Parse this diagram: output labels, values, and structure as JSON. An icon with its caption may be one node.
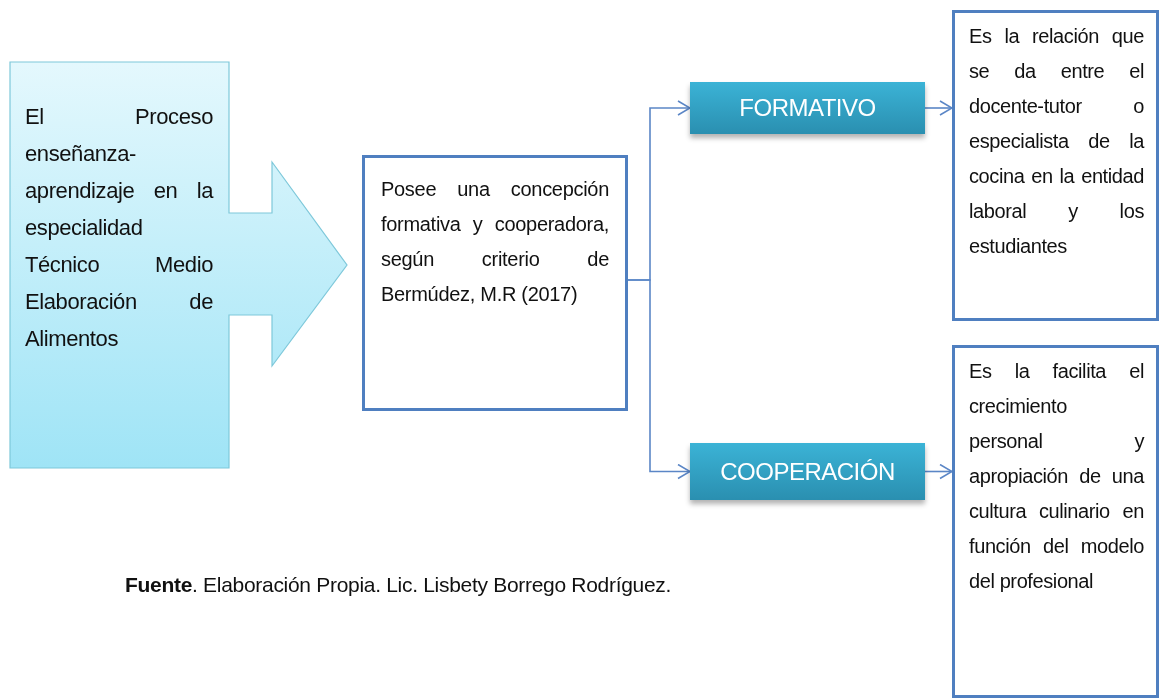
{
  "diagram": {
    "caption": "**Fuente**. Elaboración Propia. Lic. Lisbety Borrego Rodríguez.",
    "nodes": [
      {
        "text": [
          "El Proceso enseñanza-aprendizaje en la especialidad Técnico Medio Elaboración de Alimentos"
        ]
      },
      {
        "text": [
          "Posee una concepción formativa y cooperadora, según criterio de Bermúdez, M.R (2017)"
        ]
      },
      {
        "text": [
          "FORMATIVO"
        ]
      },
      {
        "text": [
          "COOPERACIÓN"
        ]
      },
      {
        "text": [
          "Es la relación que se da entre el docente-tutor o especialista de la cocina en la entidad laboral y los estudiantes"
        ]
      },
      {
        "text": [
          "Es la facilita el crecimiento personal y apropiación de una cultura culinario en función del modelo del profesional"
        ]
      }
    ],
    "edges": [
      {
        "from": 1,
        "to": 2,
        "arrow": "to"
      },
      {
        "from": 1,
        "to": 3,
        "arrow": "to"
      },
      {
        "from": 2,
        "to": 4,
        "arrow": "to"
      },
      {
        "from": 3,
        "to": 5,
        "arrow": "to"
      }
    ]
  }
}
